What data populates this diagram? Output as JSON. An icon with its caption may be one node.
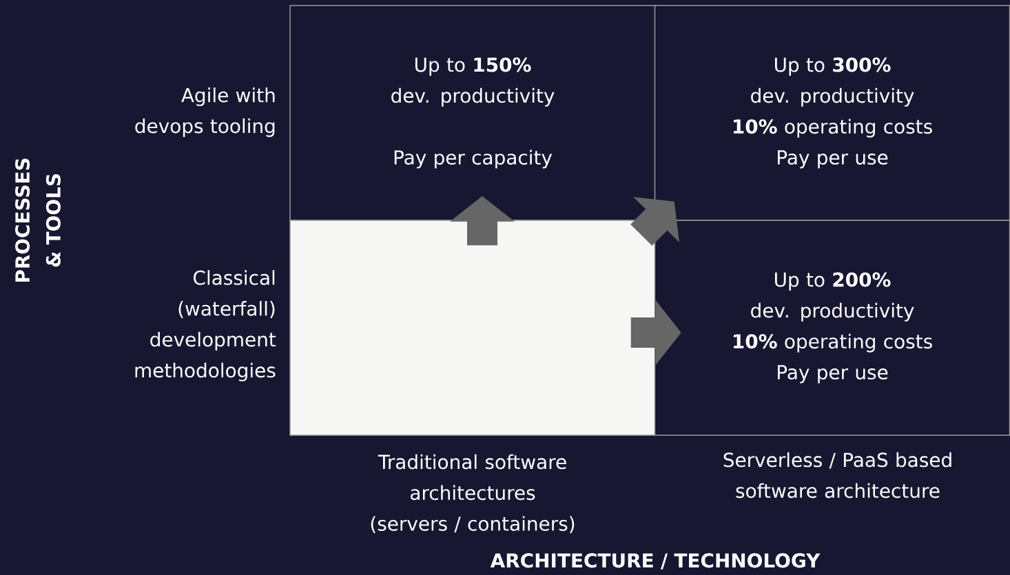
{
  "diagram": {
    "nodes": [
      {
        "text": [
          "Up to **150%** dev. productivity",
          "Pay per capacity"
        ]
      },
      {
        "text": [
          "Up to **300%** dev. productivity",
          "**10%** operating costs",
          "Pay per use"
        ]
      },
      {
        "text": [],
        "shape": "box"
      },
      {
        "text": [
          "Up to **200%** dev. productivity",
          "**10%** operating costs",
          "Pay per use"
        ]
      }
    ],
    "edges": [
      {
        "from": 2,
        "to": 0,
        "arrow": "to",
        "color": "#666666"
      },
      {
        "from": 2,
        "to": 1,
        "arrow": "to",
        "color": "#666666"
      },
      {
        "from": 2,
        "to": 3,
        "arrow": "to",
        "color": "#666666"
      }
    ],
    "labels": [
      "PROCESSES & TOOLS",
      "Agile with devops tooling",
      "Classical (waterfall) development methodologies",
      "Traditional software architectures (servers / containers)",
      "Serverless / PaaS based software architecture",
      "ARCHITECTURE / TECHNOLOGY"
    ]
  }
}
